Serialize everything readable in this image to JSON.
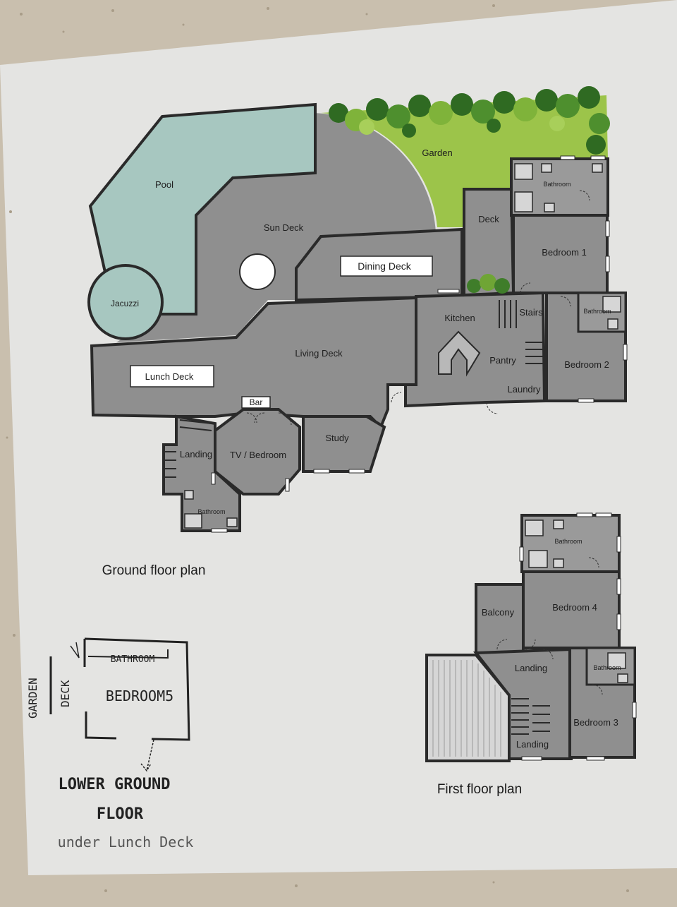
{
  "colors": {
    "paper": "#e4e4e2",
    "floor": "#8f8f8f",
    "pool": "#a7c7c0",
    "garden": "#9cc44a",
    "tree_dark": "#3f7d2a",
    "wall": "#2a2a2a",
    "countertop": "#b8b8b8"
  },
  "ground_floor": {
    "title": "Ground floor plan",
    "rooms": {
      "pool": "Pool",
      "jacuzzi": "Jacuzzi",
      "sun_deck": "Sun Deck",
      "garden": "Garden",
      "deck": "Deck",
      "dining_deck": "Dining Deck",
      "kitchen": "Kitchen",
      "stairs": "Stairs",
      "living_deck": "Living Deck",
      "lunch_deck": "Lunch Deck",
      "pantry": "Pantry",
      "laundry": "Laundry",
      "bar": "Bar",
      "tv_bedroom": "TV / Bedroom",
      "study": "Study",
      "landing": "Landing",
      "bathroom_bottom": "Bathroom",
      "bedroom_1": "Bedroom 1",
      "bathroom_b1": "Bathroom",
      "bedroom_2": "Bedroom 2",
      "bathroom_b2": "Bathroom"
    }
  },
  "first_floor": {
    "title": "First floor plan",
    "rooms": {
      "bathroom_top": "Bathroom",
      "balcony": "Balcony",
      "bedroom_4": "Bedroom 4",
      "landing_upper": "Landing",
      "landing_lower": "Landing",
      "bathroom_b3": "Bathroom",
      "bedroom_3": "Bedroom 3"
    }
  },
  "lower_ground": {
    "bathroom": "BATHROOM",
    "bedroom": "BEDROOM5",
    "garden": "GARDEN",
    "deck": "DECK",
    "title_line1": "LOWER GROUND",
    "title_line2": "FLOOR",
    "subtitle": "under Lunch Deck"
  }
}
